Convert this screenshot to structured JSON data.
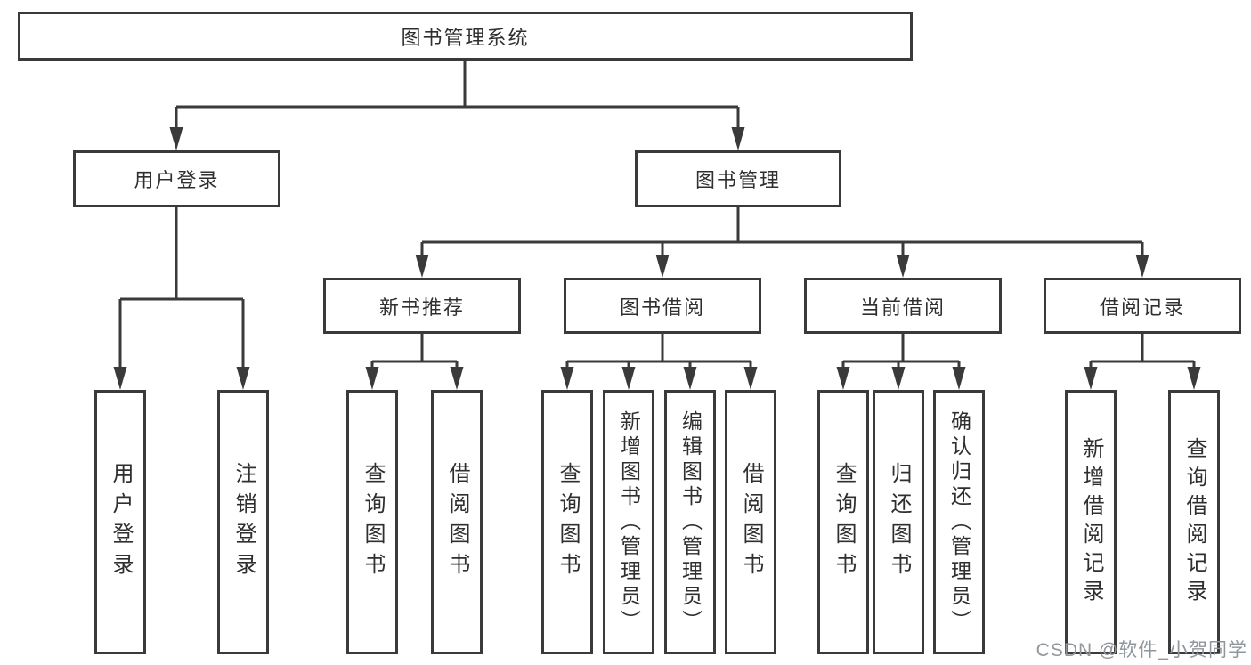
{
  "diagram": {
    "type": "tree",
    "stroke_color": "#3a3a3a",
    "box_background": "#ffffff",
    "text_color": "#2f2f2f",
    "root": {
      "label": "图书管理系统"
    },
    "level2": [
      {
        "id": "user-login",
        "label": "用户登录"
      },
      {
        "id": "book-management",
        "label": "图书管理"
      }
    ],
    "level3": [
      {
        "id": "new-book-recommendation",
        "parent": "图书管理",
        "label": "新书推荐"
      },
      {
        "id": "book-borrowing",
        "parent": "图书管理",
        "label": "图书借阅"
      },
      {
        "id": "current-borrowing",
        "parent": "图书管理",
        "label": "当前借阅"
      },
      {
        "id": "borrowing-records",
        "parent": "图书管理",
        "label": "借阅记录"
      }
    ],
    "leaves": [
      {
        "parent": "用户登录",
        "label": "用户登录"
      },
      {
        "parent": "用户登录",
        "label": "注销登录"
      },
      {
        "parent": "新书推荐",
        "label": "查询图书"
      },
      {
        "parent": "新书推荐",
        "label": "借阅图书"
      },
      {
        "parent": "图书借阅",
        "label": "查询图书"
      },
      {
        "parent": "图书借阅",
        "label": "新增图书（管理员）"
      },
      {
        "parent": "图书借阅",
        "label": "编辑图书（管理员）"
      },
      {
        "parent": "图书借阅",
        "label": "借阅图书"
      },
      {
        "parent": "当前借阅",
        "label": "查询图书"
      },
      {
        "parent": "当前借阅",
        "label": "归还图书"
      },
      {
        "parent": "当前借阅",
        "label": "确认归还（管理员）"
      },
      {
        "parent": "借阅记录",
        "label": "新增借阅记录"
      },
      {
        "parent": "借阅记录",
        "label": "查询借阅记录"
      }
    ]
  },
  "watermark": {
    "text": "CSDN @软件_小贺同学"
  }
}
